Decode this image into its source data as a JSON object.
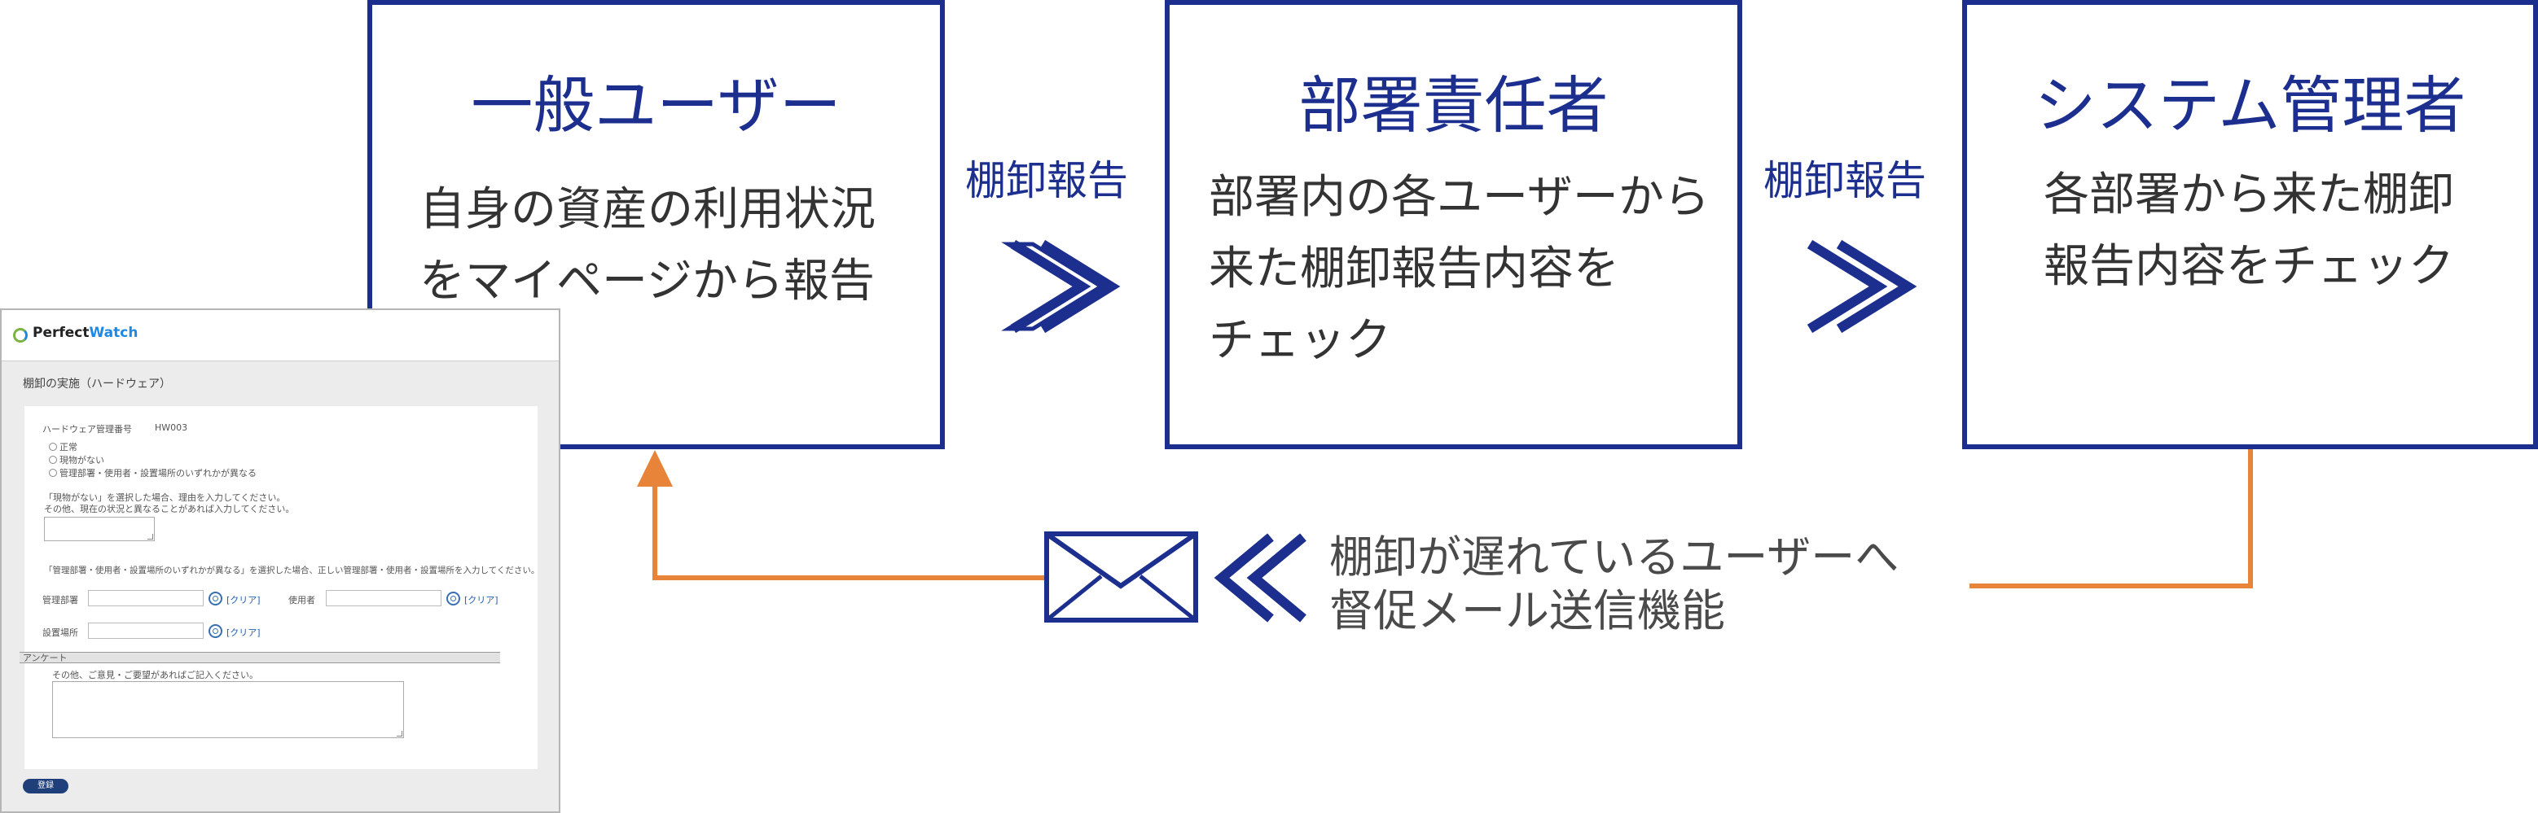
{
  "flow": {
    "boxes": [
      {
        "title": "一般ユーザー",
        "description": "自身の資産の利用状況\nをマイページから報告"
      },
      {
        "title": "部署責任者",
        "description": "部署内の各ユーザーから\n来た棚卸報告内容を\nチェック"
      },
      {
        "title": "システム管理者",
        "description": "各部署から来た棚卸\n報告内容をチェック"
      }
    ],
    "report_labels": [
      "棚卸報告",
      "棚卸報告"
    ],
    "mail_caption": "棚卸が遅れているユーザーへ\n督促メール送信機能"
  },
  "colors": {
    "accent": "#1c2f8f",
    "arrow": "#e8833a",
    "text": "#333333"
  },
  "icons": [
    "double-chevron-right-icon",
    "double-chevron-left-icon",
    "envelope-icon",
    "arrow-up-icon"
  ],
  "screenshot": {
    "logo_perfect": "Perfect",
    "logo_watch": "Watch",
    "page_title": "棚卸の実施（ハードウェア）",
    "hw_label": "ハードウェア管理番号",
    "hw_value": "HW003",
    "options": [
      "正常",
      "現物がない",
      "管理部署・使用者・設置場所のいずれかが異なる"
    ],
    "note1_line1": "「現物がない」を選択した場合、理由を入力してください。",
    "note1_line2": "その他、現在の状況と異なることがあれば入力してください。",
    "note2": "「管理部署・使用者・設置場所のいずれかが異なる」を選択した場合、正しい管理部署・使用者・設置場所を入力してください。",
    "dept_label": "管理部署",
    "user_label": "使用者",
    "location_label": "設置場所",
    "clear_label": "[クリア]",
    "survey_heading": "アンケート",
    "survey_note": "その他、ご意見・ご要望があればご記入ください。",
    "register_button": "登録"
  }
}
